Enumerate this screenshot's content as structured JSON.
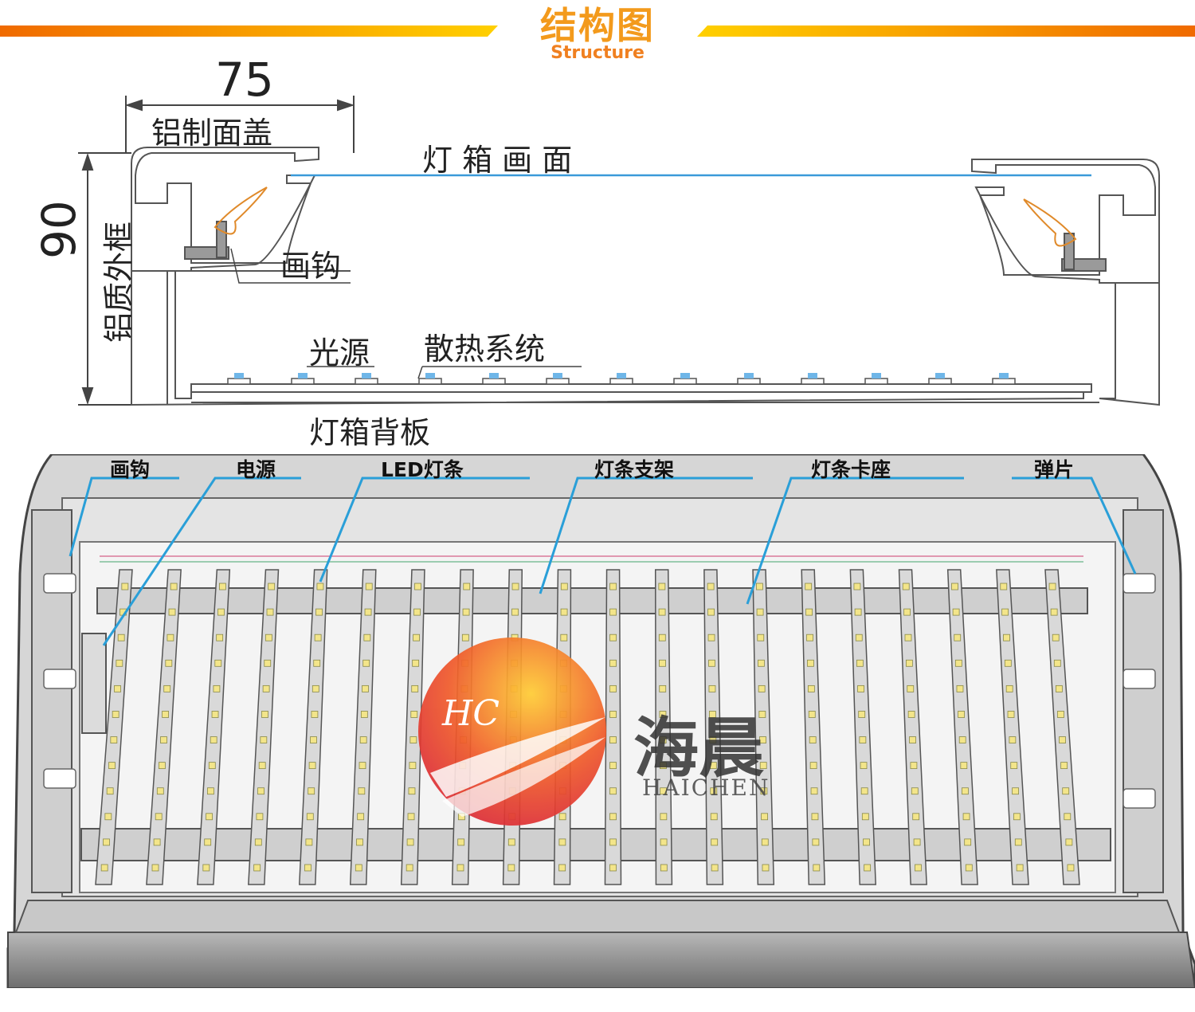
{
  "header": {
    "title_cn": "结构图",
    "title_en": "Structure",
    "accent_color": "#f39a1c",
    "bar_color_left": "#f06a00",
    "bar_color_right": "#ffd000"
  },
  "cross_section": {
    "width_dimension": "75",
    "height_dimension": "90",
    "labels": {
      "cover": "铝制面盖",
      "graphic": "灯 箱 画 面",
      "hook": "画钩",
      "frame": "铝质外框",
      "light_source": "光源",
      "heat_system": "散热系统",
      "back_panel": "灯箱背板"
    }
  },
  "assembly": {
    "callouts": [
      "画钩",
      "电源",
      "LED灯条",
      "灯条支架",
      "灯条卡座",
      "弹片"
    ],
    "callout_line_color": "#2a9fd8",
    "strip_count": 20
  },
  "watermark": {
    "monogram": "HC",
    "brand_cn": "海晨",
    "brand_en": "HAICHEN"
  }
}
